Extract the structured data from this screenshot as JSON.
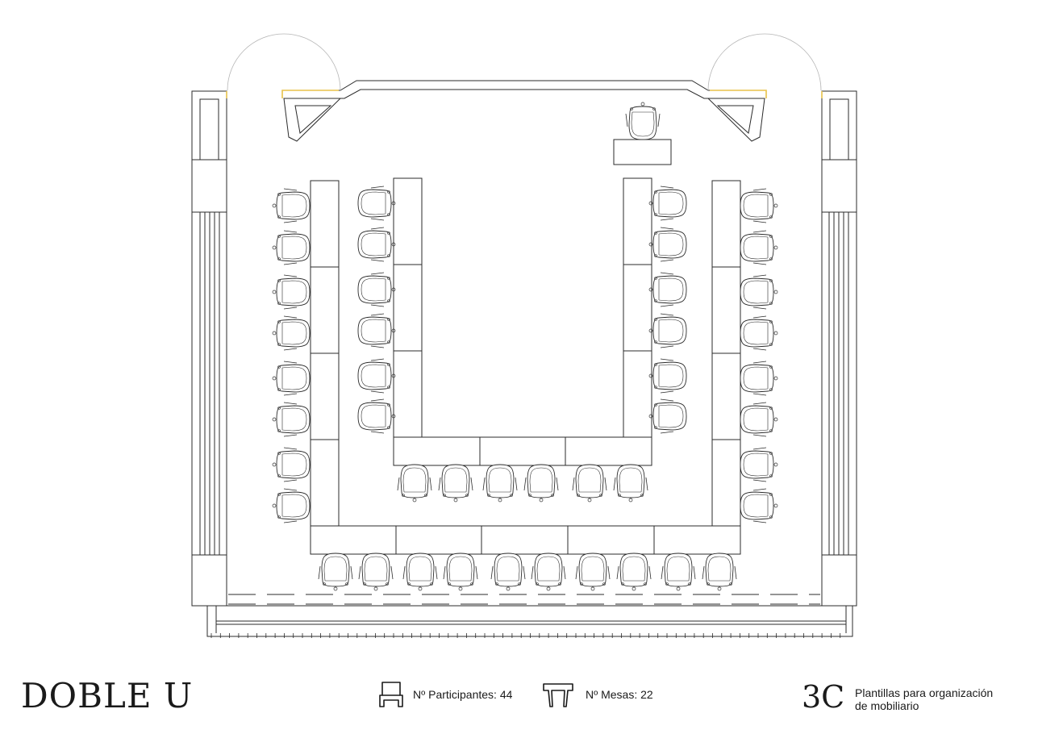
{
  "layout_title": "DOBLE U",
  "stats": {
    "participants_label": "Nº Participantes: 44",
    "tables_label": "Nº Mesas: 22",
    "participants_icon": "chair-icon",
    "tables_icon": "table-icon"
  },
  "brand": {
    "mark": "3C",
    "line1": "Plantillas para organización",
    "line2": "de mobiliario"
  },
  "colors": {
    "line": "#2b2b2b",
    "light_line": "#9a9a9a",
    "accent": "#e8c24a",
    "background": "#ffffff"
  },
  "counts": {
    "participants": 44,
    "tables": 22
  }
}
